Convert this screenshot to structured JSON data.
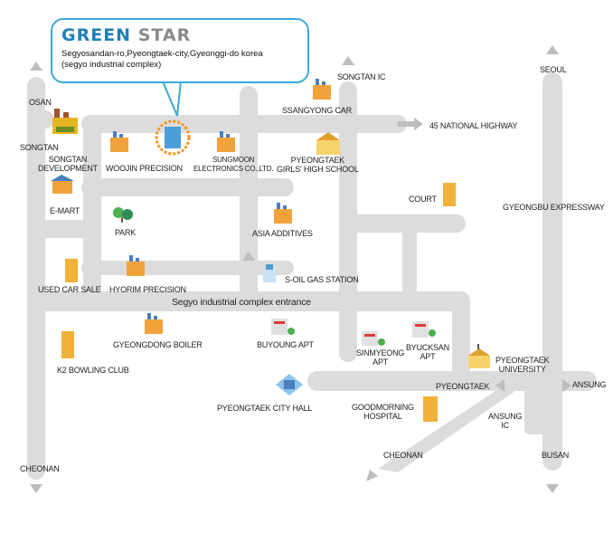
{
  "company": {
    "name_part1": "GREEN",
    "name_part2": "STAR",
    "address_line1": "Segyosandan-ro,Pyeongtaek-city,Gyeonggi-do korea",
    "address_line2": "(segyo industrial complex)"
  },
  "directions": {
    "osan": "OSAN",
    "songtan_ic": "SONGTAN IC",
    "seoul": "SEOUL",
    "national_highway": "45 NATIONAL HIGHWAY",
    "gyeongbu_expressway": "GYEONGBU EXPRESSWAY",
    "cheonan_left": "CHEONAN",
    "cheonan_bottom": "CHEONAN",
    "busan": "BUSAN",
    "ansung": "ANSUNG",
    "ansung_ic_line1": "ANSUNG",
    "ansung_ic_line2": "IC",
    "pyeongtaek": "PYEONGTAEK"
  },
  "landmarks": {
    "songtan": "SONGTAN",
    "songtan_dev_line1": "SONGTAN",
    "songtan_dev_line2": "DEVELOPMENT",
    "woojin": "WOOJIN PRECISION",
    "sungmoon_line1": "SUNGMOON",
    "sungmoon_line2": "ELECTRONICS CO.,LTD.",
    "ssangyong": "SSANGYONG CAR",
    "pyeongtaek_girls_line1": "PYEONGTAEK",
    "pyeongtaek_girls_line2": "GIRLS' HIGH SCHOOL",
    "emart": "E-MART",
    "court": "COURT",
    "park": "PARK",
    "asia_additives": "ASIA ADDITIVES",
    "used_car_sale": "USED CAR SALE",
    "hyorim": "HYORIM PRECISION",
    "soil": "S-OIL GAS STATION",
    "complex_entrance": "Segyo industrial complex entrance",
    "gyeongdong": "GYEONGDONG BOILER",
    "buyoung": "BUYOUNG  APT",
    "sinmyeong_line1": "SINMYEONG",
    "sinmyeong_line2": "APT",
    "byucksan_line1": "BYUCKSAN",
    "byucksan_line2": "APT",
    "pyeongtaek_univ_line1": "PYEONGTAEK",
    "pyeongtaek_univ_line2": "UNIVERSITY",
    "k2_bowling": "K2 BOWLING CLUB",
    "city_hall": "PYEONGTAEK CITY HALL",
    "goodmorning_line1": "GOODMORNING",
    "goodmorning_line2": "HOSPITAL"
  },
  "colors": {
    "road": "#dcdcdc",
    "bubble_border": "#3aa8dc",
    "brand_green": "#1f7fb6",
    "brand_star": "#8a8a8a",
    "target_ring": "#f7941d",
    "building_blue": "#4a9fd9",
    "factory_orange": "#f2a23a",
    "tree_green": "#4caf50"
  }
}
